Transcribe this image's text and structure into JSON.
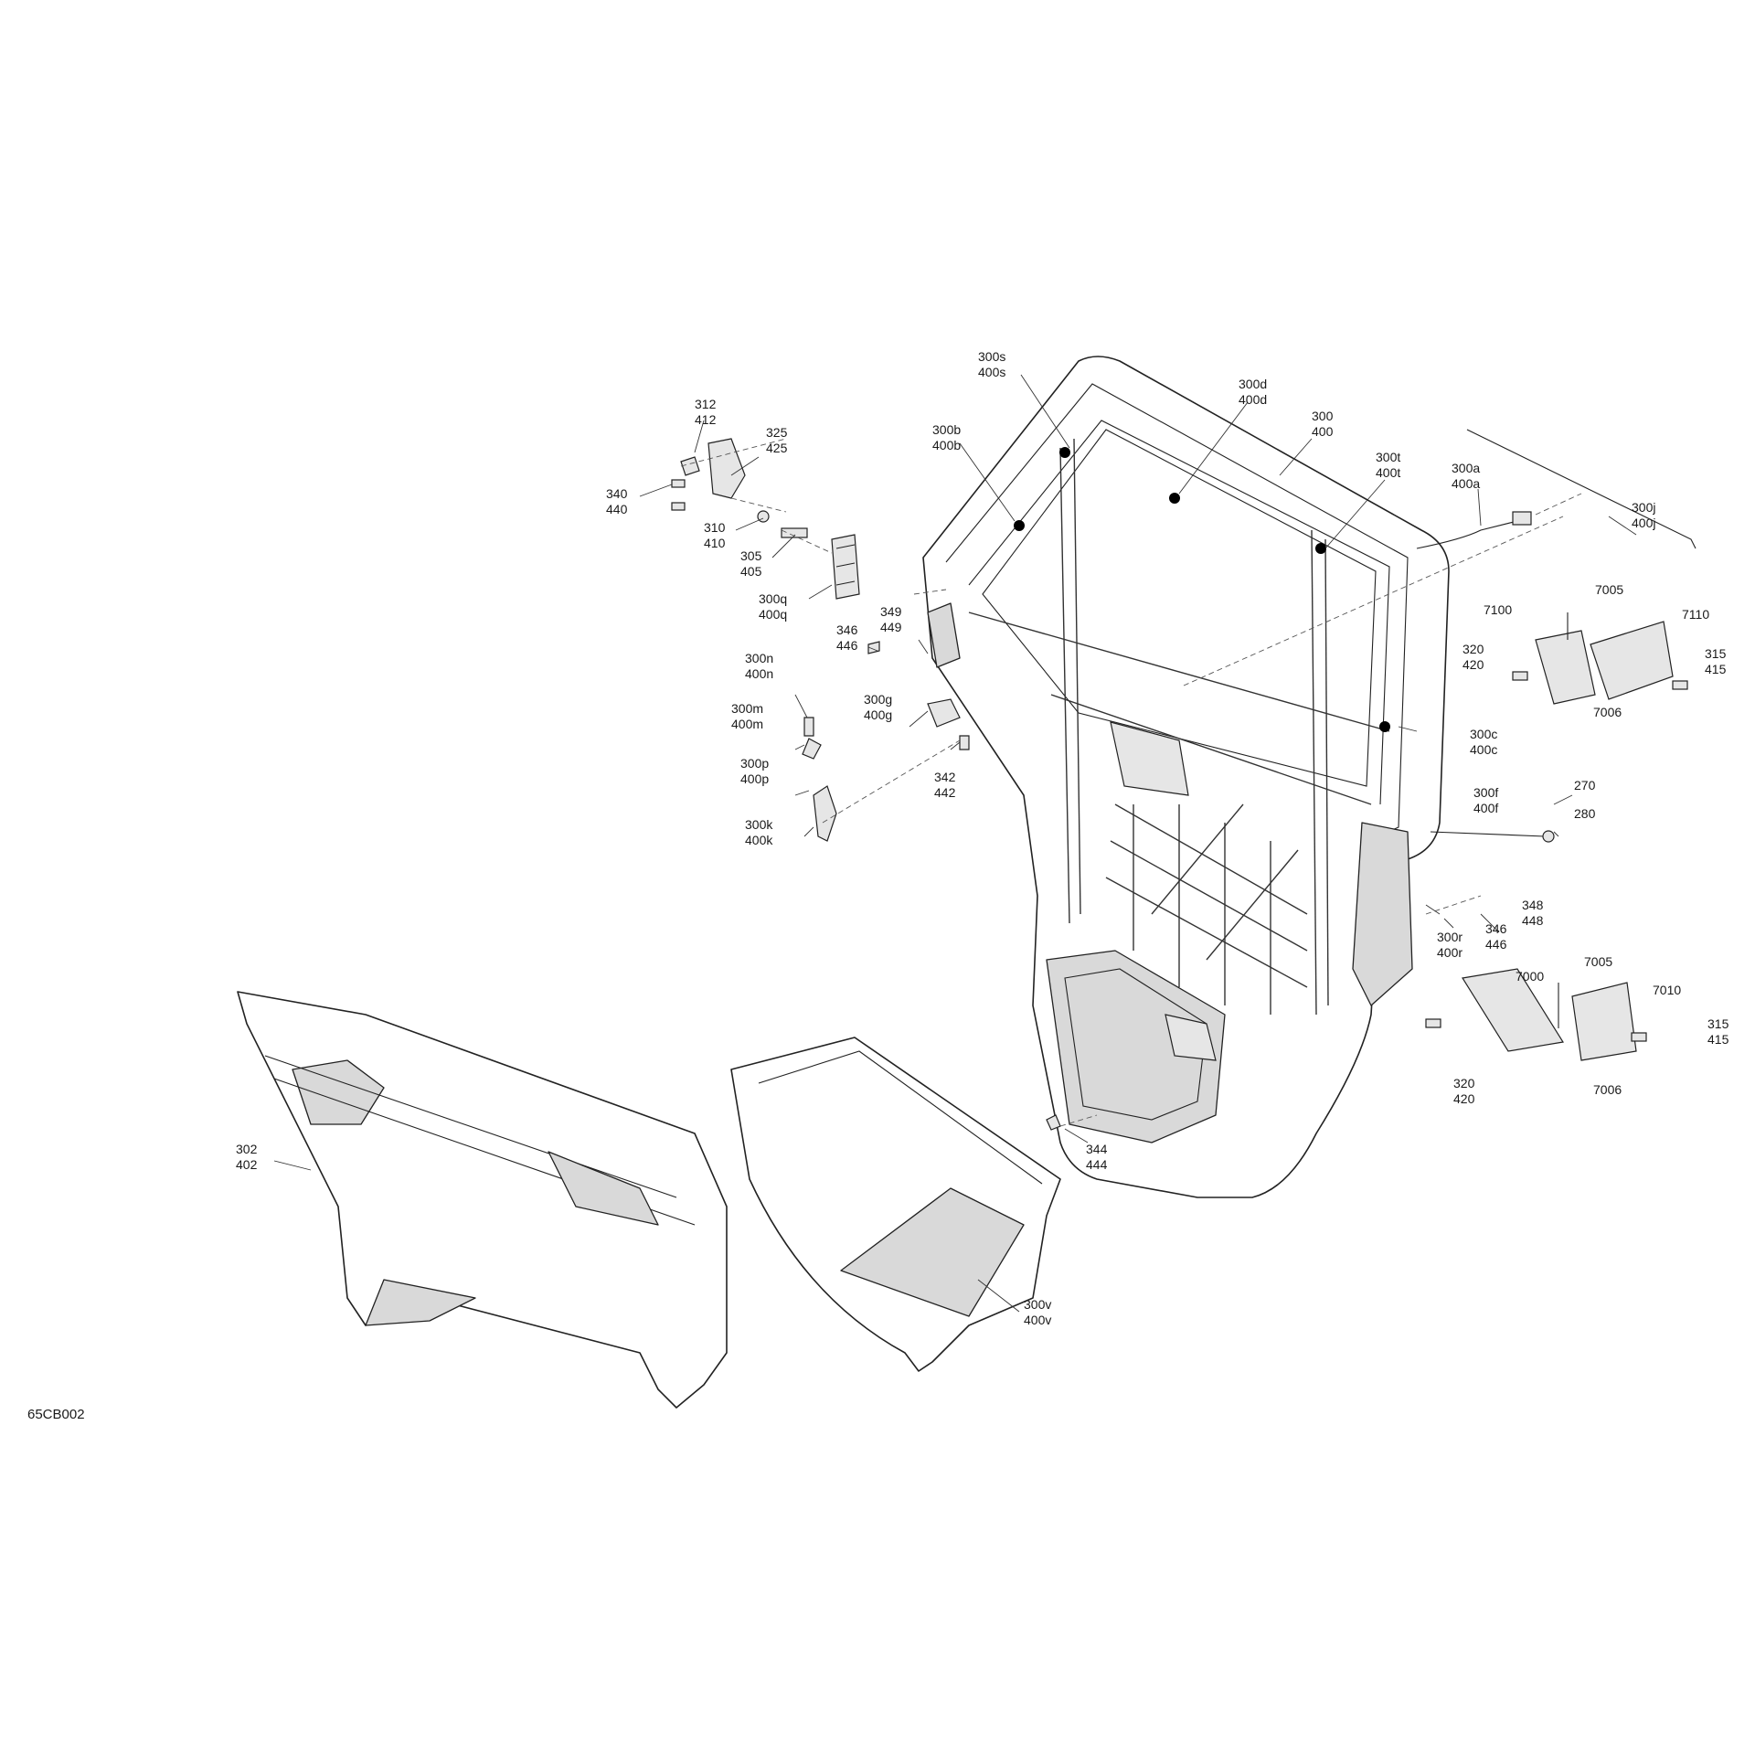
{
  "diagram": {
    "reference_code": "65CB002",
    "callouts": [
      {
        "id": "c-300s",
        "lines": [
          "300s",
          "400s"
        ]
      },
      {
        "id": "c-300d",
        "lines": [
          "300d",
          "400d"
        ]
      },
      {
        "id": "c-300",
        "lines": [
          "300",
          "400"
        ]
      },
      {
        "id": "c-300b",
        "lines": [
          "300b",
          "400b"
        ]
      },
      {
        "id": "c-300t",
        "lines": [
          "300t",
          "400t"
        ]
      },
      {
        "id": "c-300a",
        "lines": [
          "300a",
          "400a"
        ]
      },
      {
        "id": "c-300j",
        "lines": [
          "300j",
          "400j"
        ]
      },
      {
        "id": "c-312",
        "lines": [
          "312",
          "412"
        ]
      },
      {
        "id": "c-325",
        "lines": [
          "325",
          "425"
        ]
      },
      {
        "id": "c-340",
        "lines": [
          "340",
          "440"
        ]
      },
      {
        "id": "c-310",
        "lines": [
          "310",
          "410"
        ]
      },
      {
        "id": "c-305",
        "lines": [
          "305",
          "405"
        ]
      },
      {
        "id": "c-300q",
        "lines": [
          "300q",
          "400q"
        ]
      },
      {
        "id": "c-349",
        "lines": [
          "349",
          "449"
        ]
      },
      {
        "id": "c-346a",
        "lines": [
          "346",
          "446"
        ]
      },
      {
        "id": "c-300n",
        "lines": [
          "300n",
          "400n"
        ]
      },
      {
        "id": "c-300g",
        "lines": [
          "300g",
          "400g"
        ]
      },
      {
        "id": "c-300m",
        "lines": [
          "300m",
          "400m"
        ]
      },
      {
        "id": "c-342",
        "lines": [
          "342",
          "442"
        ]
      },
      {
        "id": "c-300p",
        "lines": [
          "300p",
          "400p"
        ]
      },
      {
        "id": "c-300k",
        "lines": [
          "300k",
          "400k"
        ]
      },
      {
        "id": "c-7005a",
        "lines": [
          "7005"
        ]
      },
      {
        "id": "c-7100",
        "lines": [
          "7100"
        ]
      },
      {
        "id": "c-7110",
        "lines": [
          "7110"
        ]
      },
      {
        "id": "c-320a",
        "lines": [
          "320",
          "420"
        ]
      },
      {
        "id": "c-315a",
        "lines": [
          "315",
          "415"
        ]
      },
      {
        "id": "c-7006a",
        "lines": [
          "7006"
        ]
      },
      {
        "id": "c-300c",
        "lines": [
          "300c",
          "400c"
        ]
      },
      {
        "id": "c-270",
        "lines": [
          "270"
        ]
      },
      {
        "id": "c-280",
        "lines": [
          "280"
        ]
      },
      {
        "id": "c-300f",
        "lines": [
          "300f",
          "400f"
        ]
      },
      {
        "id": "c-348",
        "lines": [
          "348",
          "448"
        ]
      },
      {
        "id": "c-346b",
        "lines": [
          "346",
          "446"
        ]
      },
      {
        "id": "c-300r",
        "lines": [
          "300r",
          "400r"
        ]
      },
      {
        "id": "c-7000",
        "lines": [
          "7000"
        ]
      },
      {
        "id": "c-7005b",
        "lines": [
          "7005"
        ]
      },
      {
        "id": "c-7010",
        "lines": [
          "7010"
        ]
      },
      {
        "id": "c-315b",
        "lines": [
          "315",
          "415"
        ]
      },
      {
        "id": "c-320b",
        "lines": [
          "320",
          "420"
        ]
      },
      {
        "id": "c-7006b",
        "lines": [
          "7006"
        ]
      },
      {
        "id": "c-302",
        "lines": [
          "302",
          "402"
        ]
      },
      {
        "id": "c-344",
        "lines": [
          "344",
          "444"
        ]
      },
      {
        "id": "c-300v",
        "lines": [
          "300v",
          "400v"
        ]
      }
    ]
  }
}
